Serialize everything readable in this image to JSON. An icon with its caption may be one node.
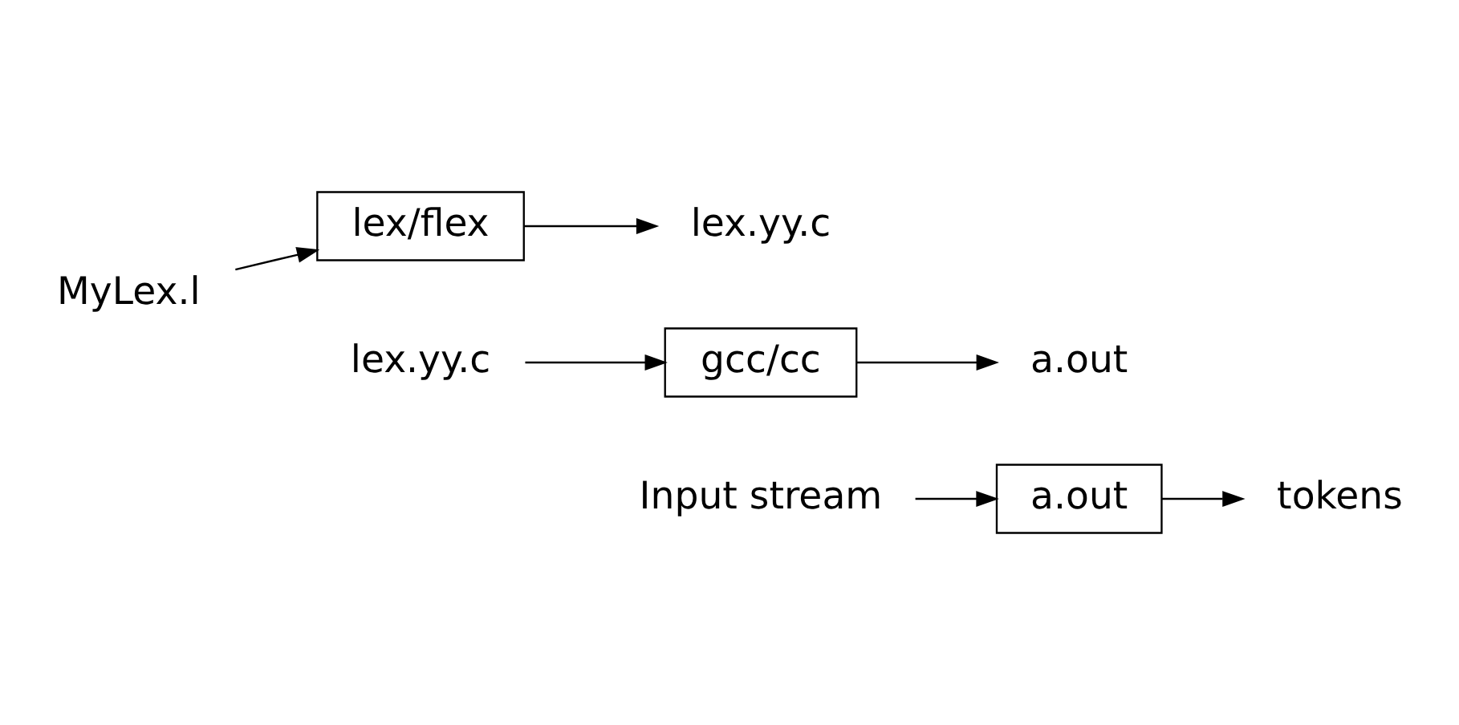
{
  "diagram": {
    "nodes": [
      {
        "text": [
          "MyLex.l"
        ]
      },
      {
        "text": [
          "lex/flex"
        ]
      },
      {
        "text": [
          "lex.yy.c"
        ]
      },
      {
        "text": [
          "lex.yy.c"
        ]
      },
      {
        "text": [
          "gcc/cc"
        ]
      },
      {
        "text": [
          "a.out"
        ]
      },
      {
        "text": [
          "Input stream"
        ]
      },
      {
        "text": [
          "a.out"
        ]
      },
      {
        "text": [
          "tokens"
        ]
      }
    ],
    "edges": [
      {
        "from": 0,
        "to": 1,
        "arrow": "to"
      },
      {
        "from": 1,
        "to": 2,
        "arrow": "to"
      },
      {
        "from": 3,
        "to": 4,
        "arrow": "to"
      },
      {
        "from": 4,
        "to": 5,
        "arrow": "to"
      },
      {
        "from": 6,
        "to": 7,
        "arrow": "to"
      },
      {
        "from": 7,
        "to": 8,
        "arrow": "to"
      }
    ]
  }
}
